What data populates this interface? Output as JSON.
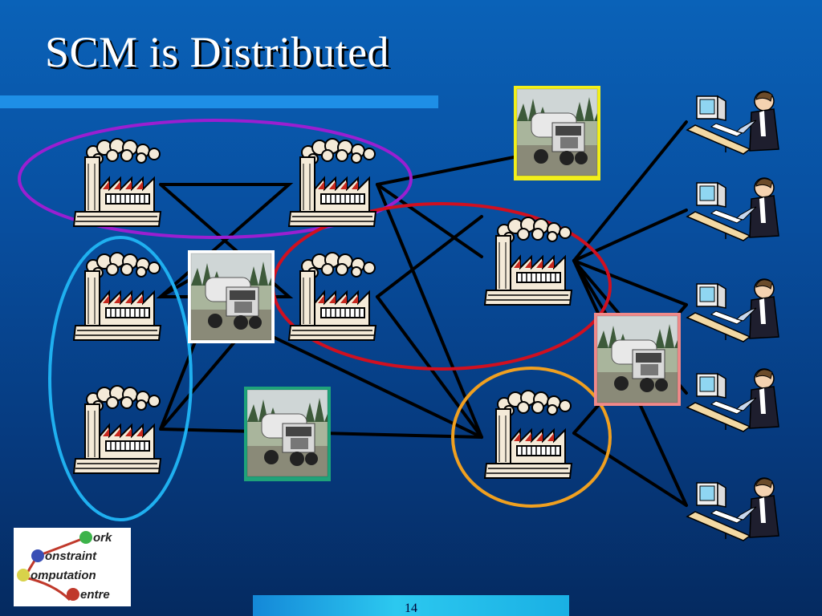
{
  "slide": {
    "title": "SCM is Distributed",
    "page_number": "14"
  },
  "logo": {
    "lines": [
      "ork",
      "onstraint",
      "omputation",
      "entre"
    ],
    "ball_colors": [
      "#3cb34a",
      "#3a4fb5",
      "#d8d24a",
      "#c0392b"
    ]
  },
  "diagram": {
    "nodes": [
      {
        "id": "factory-1",
        "type": "factory"
      },
      {
        "id": "factory-2",
        "type": "factory"
      },
      {
        "id": "factory-3",
        "type": "factory"
      },
      {
        "id": "factory-4",
        "type": "factory"
      },
      {
        "id": "factory-5",
        "type": "factory"
      },
      {
        "id": "factory-6",
        "type": "factory"
      },
      {
        "id": "factory-7",
        "type": "factory"
      },
      {
        "id": "truck-1",
        "type": "truck",
        "frame": "#ffffff"
      },
      {
        "id": "truck-2",
        "type": "truck",
        "frame": "#1fa37a"
      },
      {
        "id": "truck-3",
        "type": "truck",
        "frame": "#f2ef1c"
      },
      {
        "id": "truck-4",
        "type": "truck",
        "frame": "#f08a8a"
      },
      {
        "id": "customer-1",
        "type": "computer-user"
      },
      {
        "id": "customer-2",
        "type": "computer-user"
      },
      {
        "id": "customer-3",
        "type": "computer-user"
      },
      {
        "id": "customer-4",
        "type": "computer-user"
      },
      {
        "id": "customer-5",
        "type": "computer-user"
      }
    ],
    "groups": [
      {
        "id": "group-top",
        "color": "#9a1fd1"
      },
      {
        "id": "group-left",
        "color": "#1fb0f0"
      },
      {
        "id": "group-middle",
        "color": "#d01020"
      },
      {
        "id": "group-bottom-right",
        "color": "#f0a020"
      }
    ],
    "link_color": "#000000"
  }
}
